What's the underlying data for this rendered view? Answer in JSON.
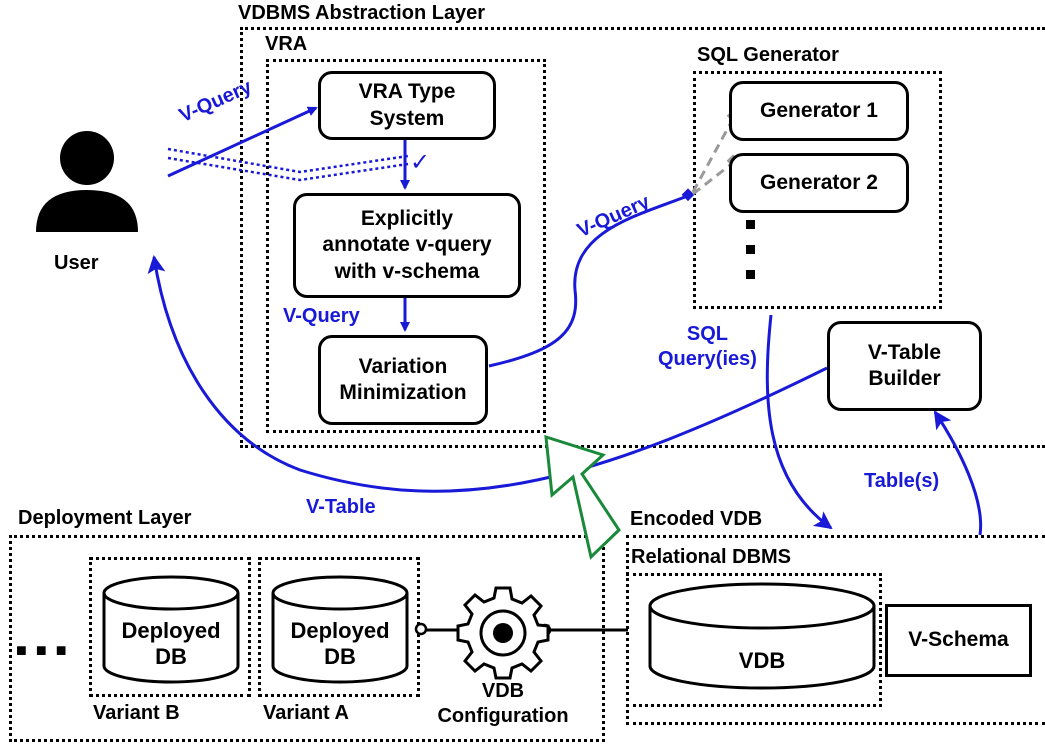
{
  "layers": {
    "abstraction": "VDBMS Abstraction Layer",
    "vra": "VRA",
    "sql_generator": "SQL Generator",
    "deployment": "Deployment Layer",
    "encoded_vdb": "Encoded VDB",
    "relational_dbms": "Relational DBMS"
  },
  "vra_boxes": {
    "type_system": "VRA Type\nSystem",
    "annotate": "Explicitly\nannotate v-query\nwith v-schema",
    "minimization": "Variation\nMinimization"
  },
  "generators": {
    "gen1": "Generator 1",
    "gen2": "Generator 2"
  },
  "builder": "V-Table\nBuilder",
  "user": "User",
  "edges": {
    "vquery_user": "V-Query",
    "vquery_mid": "V-Query",
    "vquery_gen": "V-Query",
    "sql": "SQL\nQuery(ies)",
    "tables": "Table(s)",
    "vtable": "V-Table",
    "check": "✓"
  },
  "deployment": {
    "db_b": "Deployed\nDB",
    "db_a": "Deployed\nDB",
    "variant_b": "Variant B",
    "variant_a": "Variant A",
    "config": "VDB\nConfiguration",
    "ellipsis": "■ ■ ■"
  },
  "encoded": {
    "vdb": "VDB",
    "vschema": "V-Schema"
  },
  "colors": {
    "edge": "#1919d8",
    "stroke": "#000000",
    "gray": "#9a9a9a",
    "green": "#1a8a3a"
  }
}
